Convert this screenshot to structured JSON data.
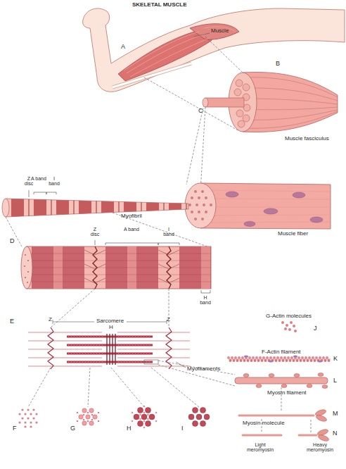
{
  "diagram": {
    "title": "SKELETAL MUSCLE",
    "labels": [
      "A",
      "Muscle",
      "B",
      "C",
      "Muscle fasciculus",
      "Z disc",
      "A band",
      "I band",
      "Myofibril",
      "Muscle fiber",
      "D",
      "Z disc",
      "A band",
      "I band",
      "H band",
      "E",
      "Z",
      "Sarcomere",
      "Z",
      "H",
      "Myofilaments",
      "F",
      "G",
      "H",
      "I",
      "G-Actin molecules",
      "J",
      "F-Actin filament",
      "K",
      "L",
      "Myosin filament",
      "Myosin molecule",
      "M",
      "N",
      "Light meromyosin",
      "Heavy meromyosin"
    ]
  }
}
